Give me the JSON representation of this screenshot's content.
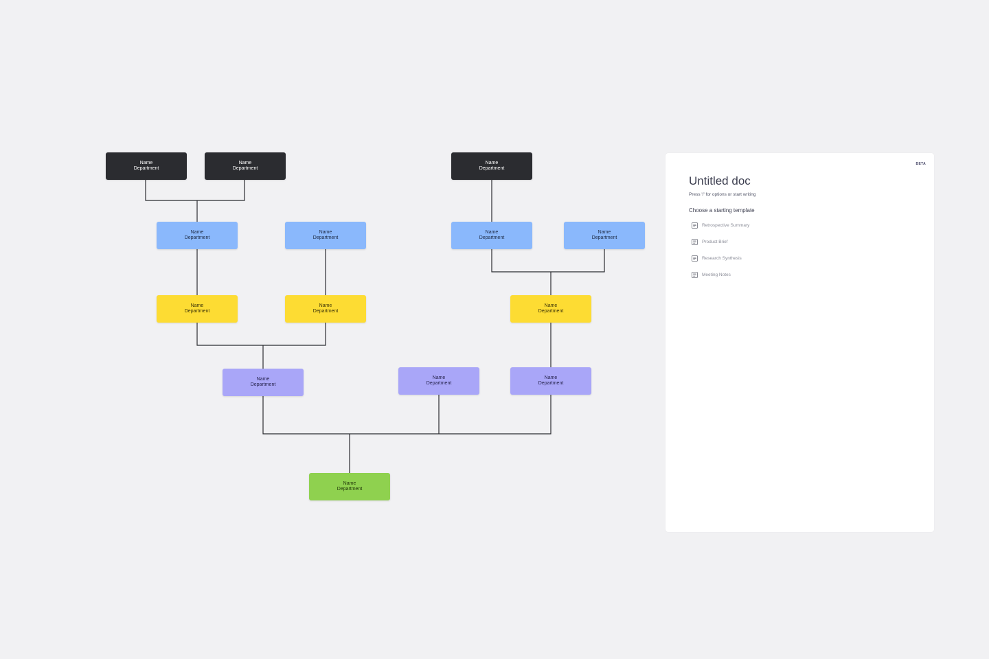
{
  "org_chart": {
    "node_name": "Name",
    "node_department": "Department",
    "colors": {
      "dark": "#2b2c30",
      "blue": "#8ab8fc",
      "yellow": "#fddc33",
      "purple": "#a9a6f8",
      "green": "#8fd14f",
      "connector": "#2b2c30"
    }
  },
  "doc": {
    "badge": "BETA",
    "title": "Untitled doc",
    "hint": "Press '/' for options or start writing",
    "template_heading": "Choose a starting template",
    "templates": [
      {
        "label": "Retrospective Summary",
        "icon": "document-icon"
      },
      {
        "label": "Product Brief",
        "icon": "document-icon"
      },
      {
        "label": "Research Synthesis",
        "icon": "document-icon"
      },
      {
        "label": "Meeting Notes",
        "icon": "document-icon"
      }
    ]
  }
}
